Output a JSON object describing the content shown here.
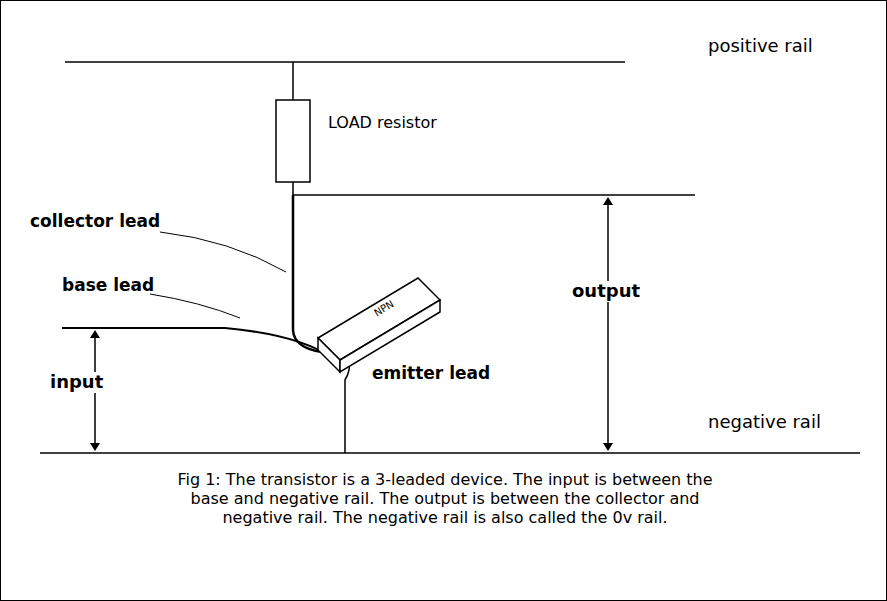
{
  "diagram": {
    "caption": "Fig 1: The transistor is a 3-leaded device. The input is between the base and negative rail. The output is between the collector and negative rail. The negative rail is also called the 0v rail.",
    "labels": [
      "positive rail",
      "LOAD resistor",
      "collector lead",
      "base lead",
      "NPN",
      "output",
      "input",
      "emitter lead",
      "negative rail"
    ]
  }
}
